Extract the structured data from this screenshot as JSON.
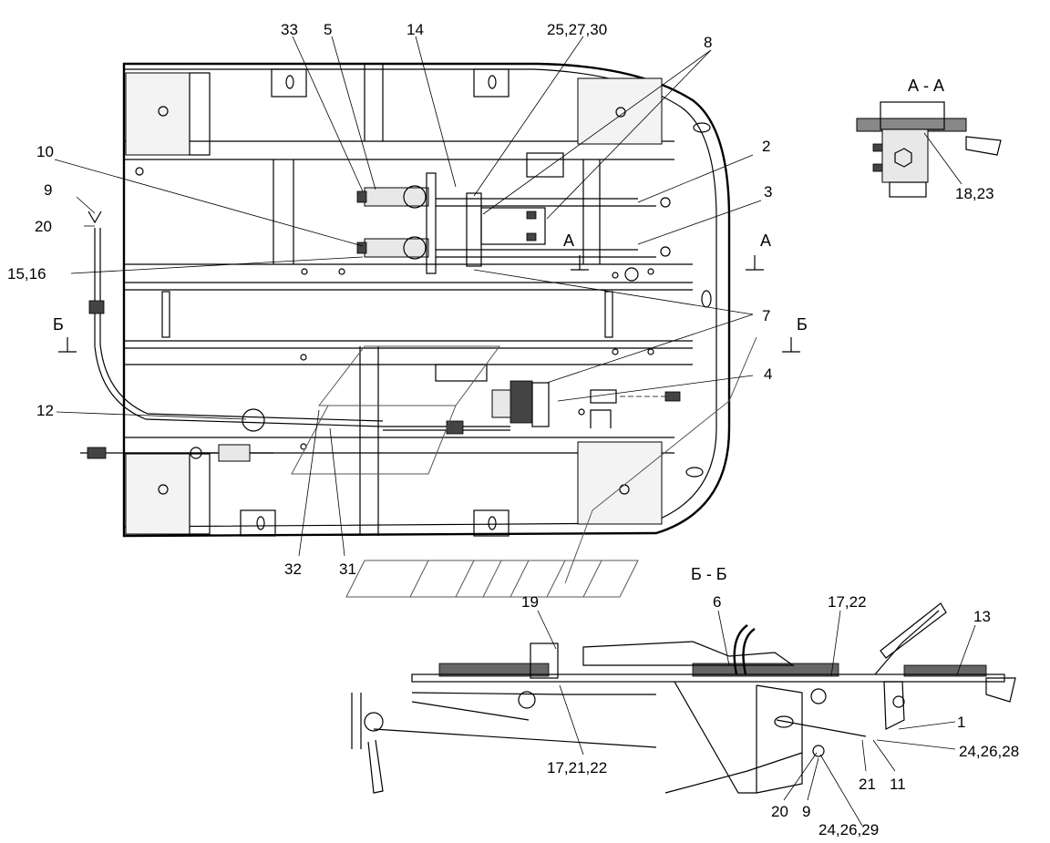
{
  "sections": {
    "aa_title": "А - А",
    "bb_title": "Б - Б",
    "marker_a": "А",
    "marker_b": "Б"
  },
  "callouts": {
    "c33": "33",
    "c5": "5",
    "c14": "14",
    "c25_27_30": "25,27,30",
    "c8": "8",
    "c2": "2",
    "c3": "3",
    "c10": "10",
    "c9": "9",
    "c20": "20",
    "c15_16": "15,16",
    "c7": "7",
    "c4": "4",
    "c12": "12",
    "c32": "32",
    "c31": "31",
    "c18_23": "18,23",
    "c19": "19",
    "c6": "6",
    "c17_22": "17,22",
    "c13": "13",
    "c1": "1",
    "c24_26_28": "24,26,28",
    "c17_21_22": "17,21,22",
    "c21": "21",
    "c11": "11",
    "c24_26_29": "24,26,29",
    "c20b": "20",
    "c9b": "9"
  }
}
